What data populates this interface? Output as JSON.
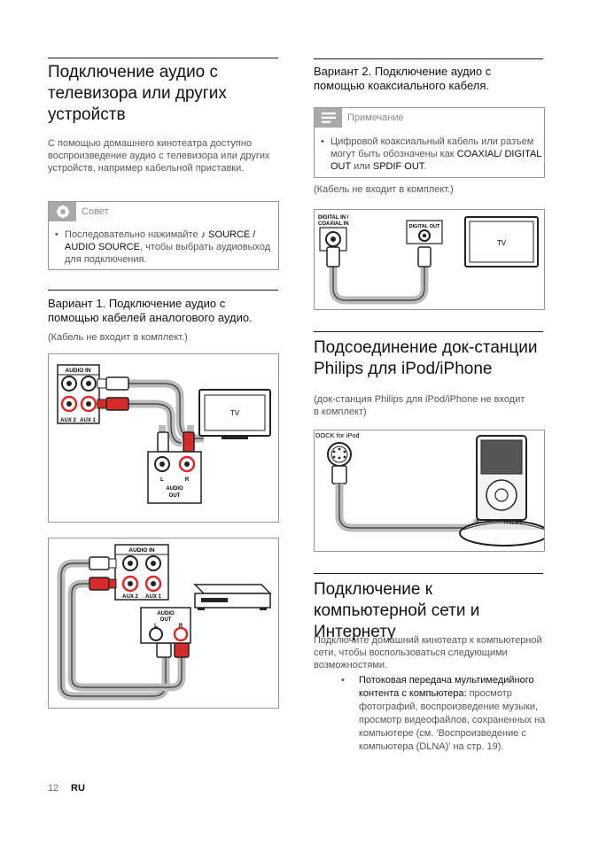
{
  "left": {
    "title": "Подключение аудио с телевизора или других устройств",
    "intro": "С помощью домашнего кинотеатра доступно воспроизведение аудио с телевизора или других устройств, например кабельной приставки.",
    "tip": {
      "label": "Совет",
      "text_a": "Последовательно нажимайте ",
      "text_b": "♪ SOURCE / AUDIO SOURCE",
      "text_c": ", чтобы выбрать аудиовыход для подключения."
    },
    "option1": {
      "heading": "Вариант 1. Подключение аудио с помощью кабелей аналогового аудио.",
      "note": "(Кабель не входит в комплект.)"
    }
  },
  "right": {
    "option2": {
      "heading": "Вариант 2. Подключение аудио с помощью коаксиального кабеля.",
      "note_label": "Примечание",
      "note_a": "Цифровой коаксиальный кабель или разъем могут быть обозначены как ",
      "note_b": "COAXIAL/ DIGITAL OUT",
      "note_c": " или ",
      "note_d": "SPDIF OUT",
      "note_e": ".",
      "cable_note": "(Кабель не входит в комплект.)"
    },
    "dock": {
      "title": "Подсоединение док-станции Philips для iPod/iPhone",
      "note": "(док-станция Philips для iPod/iPhone не входит в комплект)"
    },
    "network": {
      "title": "Подключение к компьютерной сети и Интернету",
      "intro": "Подключите домашний кинотеатр к компьютерной сети, чтобы воспользоваться следующими возможностями.",
      "bullet_bold": "Потоковая передача мультимедийного контента с компьютера:",
      "bullet_text": " просмотр фотографий, воспроизведение музыки, просмотр видеофайлов, сохраненных на компьютере (см. 'Воспроизведение с компьютера (DLNA)' на стр. 19)."
    }
  },
  "diagrams": {
    "audio_in": "AUDIO IN",
    "aux2": "AUX 2",
    "aux1": "AUX 1",
    "tv": "TV",
    "l": "L",
    "r": "R",
    "audio": "AUDIO",
    "out": "OUT",
    "digital_in": "DIGITAL IN /",
    "coaxial_in": "COAXIAL IN",
    "digital_out": "DIGITAL OUT",
    "dock_label": "DOCK for iPod",
    "philips": "PHILIPS"
  },
  "footer": {
    "page": "12",
    "lang": "RU"
  }
}
